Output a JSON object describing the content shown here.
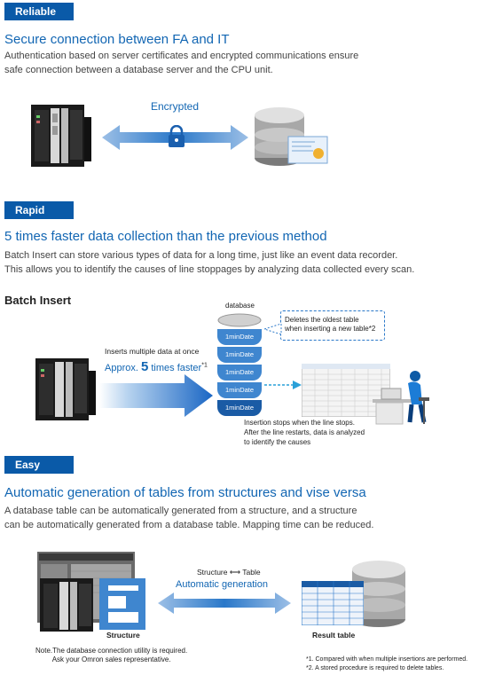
{
  "sections": {
    "reliable": {
      "badge": "Reliable",
      "title": "Secure connection between FA and IT",
      "desc_line1": "Authentication based on server certificates and encrypted communications ensure",
      "desc_line2": "safe connection between a database server and the CPU unit.",
      "encrypted_label": "Encrypted"
    },
    "rapid": {
      "badge": "Rapid",
      "title": "5 times faster data collection than the previous method",
      "desc_line1": "Batch Insert can store various types of data for a long time, just like an event data recorder.",
      "desc_line2": "This allows you to identify the causes of line stoppages by analyzing data collected every scan.",
      "subtitle": "Batch Insert",
      "database_label": "database",
      "table_name": "1minDate",
      "callout_line1": "Deletes the oldest table",
      "callout_line2": "when inserting a new table*2",
      "inserts_text": "Inserts multiple data at once",
      "approx_prefix": "Approx. ",
      "approx_number": "5",
      "approx_suffix": " times faster",
      "approx_note": "*1",
      "note_line1": "Insertion stops when the line stops.",
      "note_line2": "After the line restarts, data is analyzed",
      "note_line3": "to identify the causes"
    },
    "easy": {
      "badge": "Easy",
      "title": "Automatic generation of tables from structures and vise versa",
      "desc_line1": "A database table can be automatically generated from a structure, and a structure",
      "desc_line2": "can be automatically generated from a database table. Mapping time can be reduced.",
      "structure_table_left": "Structure",
      "structure_table_right": "Table",
      "auto_gen": "Automatic generation",
      "structure_label": "Structure",
      "result_label": "Result table",
      "note_line1": "Note.The database connection utility is required.",
      "note_line2": "Ask your Omron sales representative."
    }
  },
  "footnotes": {
    "fn1": "*1. Compared with when multiple insertions are performed.",
    "fn2": "*2. A stored procedure is required to delete tables."
  },
  "colors": {
    "accent": "#0a5aa8",
    "title_blue": "#1266b3",
    "arrow_blue": "#1f6fc8"
  }
}
